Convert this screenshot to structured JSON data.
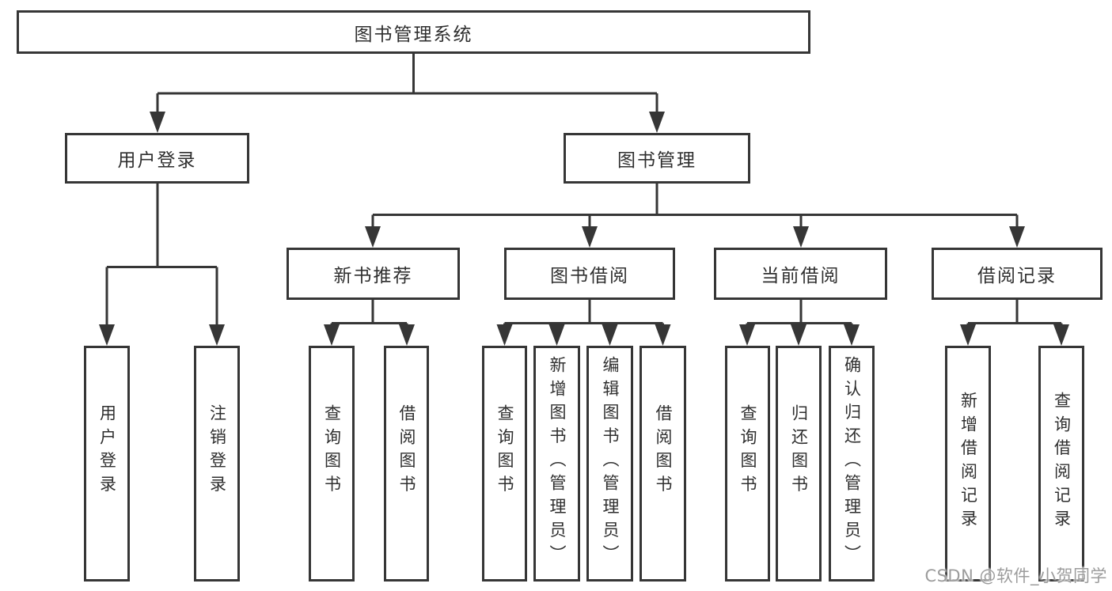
{
  "tree": {
    "root": "图书管理系统",
    "branches": [
      {
        "label": "用户登录",
        "children": [
          "用户登录",
          "注销登录"
        ]
      },
      {
        "label": "图书管理",
        "groups": [
          {
            "label": "新书推荐",
            "children": [
              "查询图书",
              "借阅图书"
            ]
          },
          {
            "label": "图书借阅",
            "children": [
              "查询图书",
              "新增图书（管理员）",
              "编辑图书（管理员）",
              "借阅图书"
            ]
          },
          {
            "label": "当前借阅",
            "children": [
              "查询图书",
              "归还图书",
              "确认归还（管理员）"
            ]
          },
          {
            "label": "借阅记录",
            "children": [
              "新增借阅记录",
              "查询借阅记录"
            ]
          }
        ]
      }
    ]
  },
  "watermark": "CSDN @软件_小贺同学",
  "colors": {
    "line": "#363636",
    "text": "#2f2f2f",
    "watermark": "#9c9c9c",
    "background": "#ffffff"
  }
}
